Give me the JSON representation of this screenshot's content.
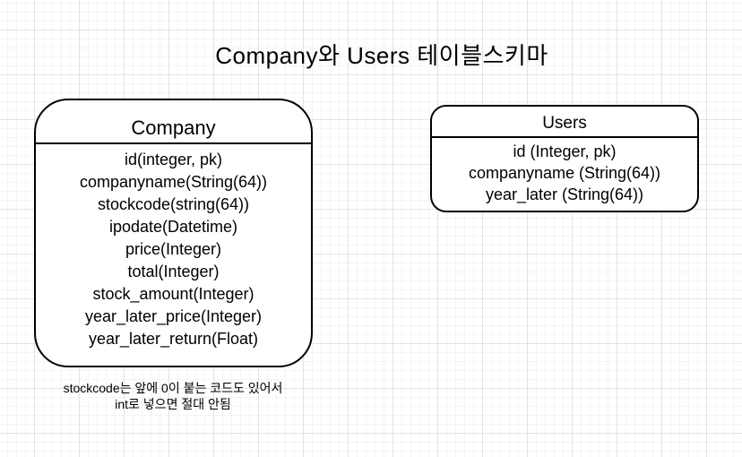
{
  "title": "Company와 Users 테이블스키마",
  "diagram": {
    "tables": [
      {
        "name": "Company",
        "fields": [
          "id(integer, pk)",
          "companyname(String(64))",
          "stockcode(string(64))",
          "ipodate(Datetime)",
          "price(Integer)",
          "total(Integer)",
          "stock_amount(Integer)",
          "year_later_price(Integer)",
          "year_later_return(Float)"
        ]
      },
      {
        "name": "Users",
        "fields": [
          "id (Integer, pk)",
          "companyname (String(64))",
          "year_later (String(64))"
        ]
      }
    ],
    "note": {
      "line1": "stockcode는 앞에 0이 붙는 코드도 있어서",
      "line2": "int로 넣으면 절대 안됨"
    }
  },
  "colors": {
    "background": "#ffffff",
    "grid_minor": "#f4f4f4",
    "grid_major": "#e2e2e2",
    "shape_fill": "#ffffff",
    "shape_border": "#000000",
    "text": "#000000"
  }
}
